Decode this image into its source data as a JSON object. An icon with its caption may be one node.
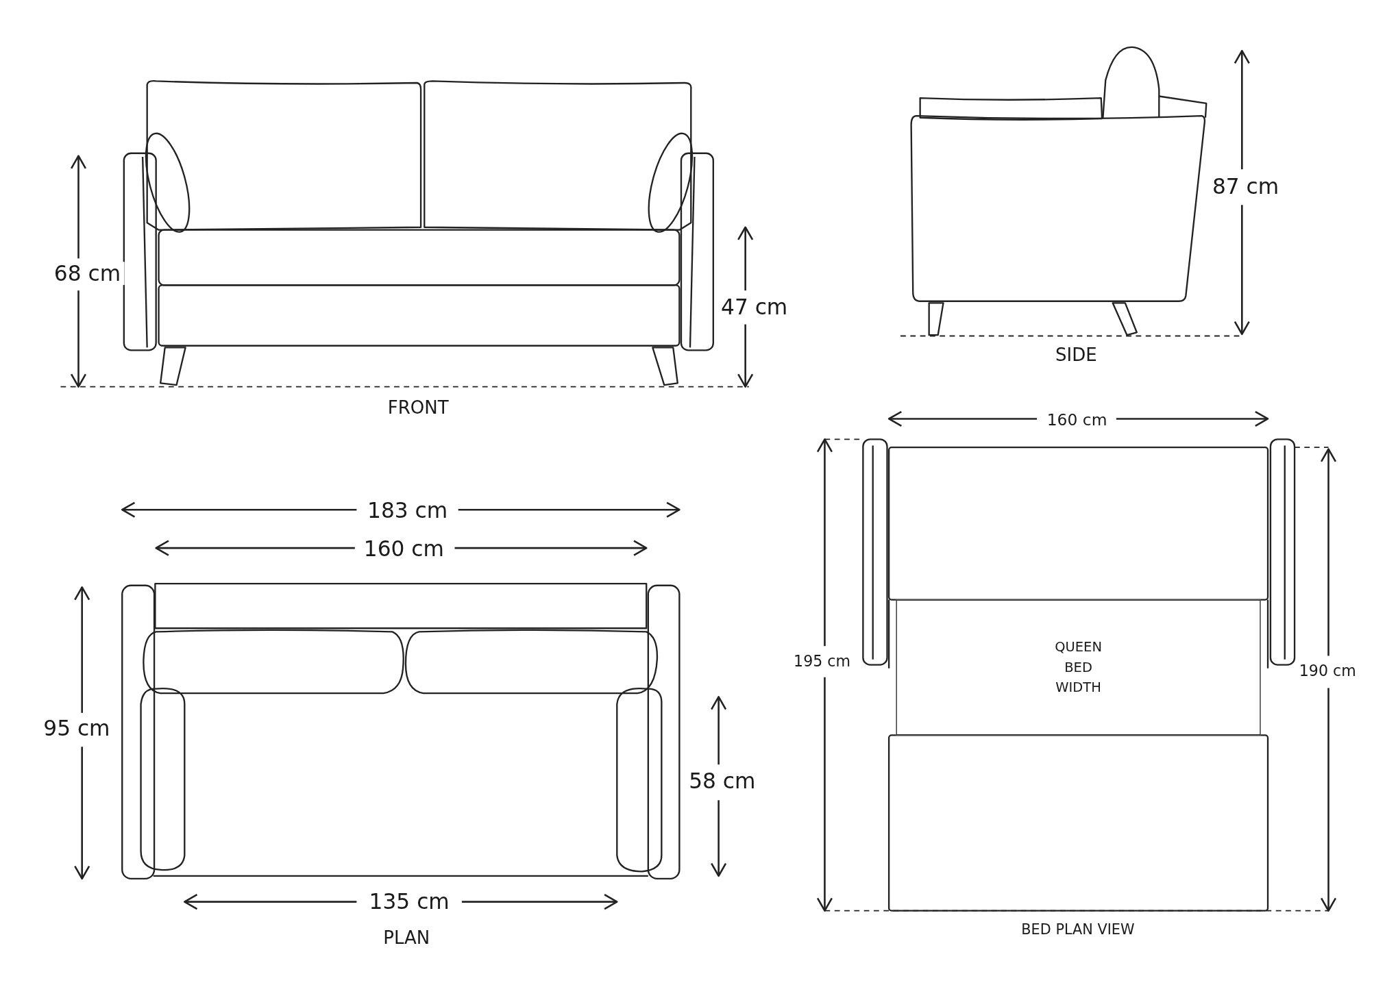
{
  "diagram": {
    "nodes": [
      {
        "text": [
          "QUEEN BED WIDTH"
        ]
      }
    ],
    "labels": [
      "68 cm",
      "47 cm",
      "FRONT",
      "87 cm",
      "SIDE",
      "160 cm",
      "183 cm",
      "160 cm",
      "195 cm",
      "190 cm",
      "95 cm",
      "58 cm",
      "135 cm",
      "PLAN",
      "BED PLAN VIEW"
    ]
  }
}
